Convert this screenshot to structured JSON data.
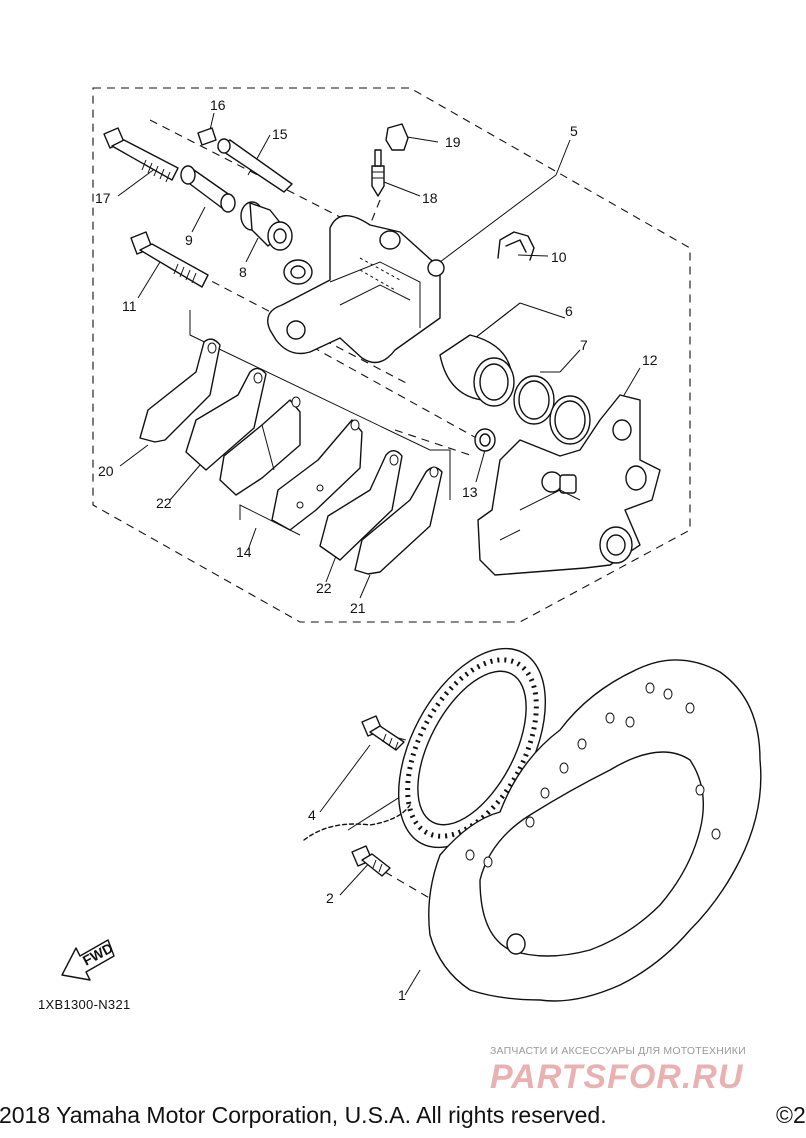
{
  "diagram": {
    "parts": [
      {
        "num": "1"
      },
      {
        "num": "2"
      },
      {
        "num": "4"
      },
      {
        "num": "5"
      },
      {
        "num": "6"
      },
      {
        "num": "7"
      },
      {
        "num": "8"
      },
      {
        "num": "9"
      },
      {
        "num": "10"
      },
      {
        "num": "11"
      },
      {
        "num": "12"
      },
      {
        "num": "13"
      },
      {
        "num": "14"
      },
      {
        "num": "15"
      },
      {
        "num": "16"
      },
      {
        "num": "17"
      },
      {
        "num": "18"
      },
      {
        "num": "19"
      },
      {
        "num": "20"
      },
      {
        "num": "21"
      },
      {
        "num": "22"
      },
      {
        "num": "22"
      }
    ],
    "fwd_label": "FWD",
    "diagram_code": "1XB1300-N321"
  },
  "watermark": {
    "tagline": "ЗАПЧАСТИ И АКСЕССУАРЫ ДЛЯ МОТОТЕХНИКИ",
    "logo": "PARTSFOR.RU"
  },
  "footer": {
    "copyright": "©2018 Yamaha Motor Corporation, U.S.A. All rights reserved.",
    "copyright_tail": "©2"
  }
}
